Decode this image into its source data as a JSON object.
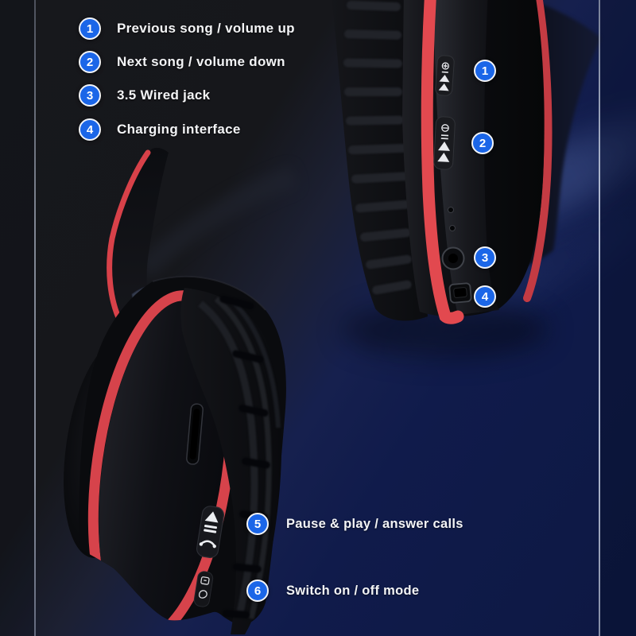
{
  "colors": {
    "accent_blue": "#1b66e8",
    "accent_red": "#e2494f",
    "background_dark": "#17181c",
    "background_navy": "#0f1a4a",
    "text": "#f3f4f6"
  },
  "legend": {
    "items": [
      {
        "num": "1",
        "label": "Previous song / volume up"
      },
      {
        "num": "2",
        "label": "Next song / volume down"
      },
      {
        "num": "3",
        "label": "3.5 Wired jack"
      },
      {
        "num": "4",
        "label": "Charging interface"
      }
    ]
  },
  "markers": [
    {
      "num": "1"
    },
    {
      "num": "2"
    },
    {
      "num": "3"
    },
    {
      "num": "4"
    },
    {
      "num": "5",
      "label": "Pause & play / answer calls"
    },
    {
      "num": "6",
      "label": "Switch on / off mode"
    }
  ],
  "icons": {
    "legend_marker": "numbered-blue-circle",
    "volume_up_button": "circle-plus-double-triangle",
    "volume_down_button": "circle-minus-double-triangle",
    "aux_jack": "3.5mm-round-hole",
    "charging_port": "micro-usb-opening",
    "card_slot": "tf-card-slot",
    "play_pause_button": "play-pause-phone-glyphs",
    "power_button": "power-switch-glyphs"
  }
}
